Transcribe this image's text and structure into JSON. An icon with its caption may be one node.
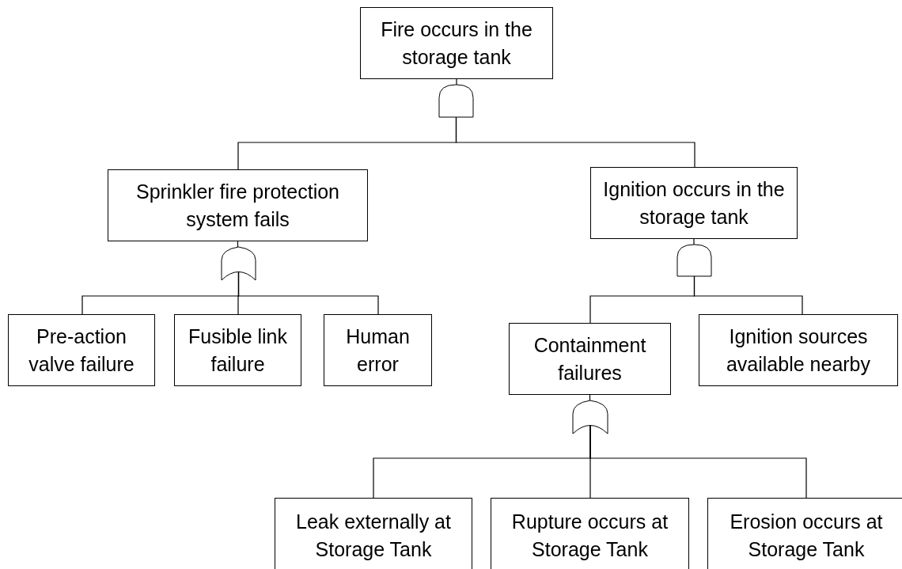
{
  "diagram": {
    "nodes": [
      {
        "text": [
          "Fire occurs in the storage tank"
        ]
      },
      {
        "text": [],
        "shape": "and-gate"
      },
      {
        "text": [
          "Sprinkler fire protection system fails"
        ]
      },
      {
        "text": [
          "Ignition occurs in the storage tank"
        ]
      },
      {
        "text": [],
        "shape": "or-gate"
      },
      {
        "text": [],
        "shape": "and-gate"
      },
      {
        "text": [
          "Pre-action valve failure"
        ]
      },
      {
        "text": [
          "Fusible link failure"
        ]
      },
      {
        "text": [
          "Human error"
        ]
      },
      {
        "text": [
          "Containment failures"
        ]
      },
      {
        "text": [
          "Ignition sources available nearby"
        ]
      },
      {
        "text": [],
        "shape": "or-gate"
      },
      {
        "text": [
          "Leak externally at Storage Tank"
        ]
      },
      {
        "text": [
          "Rupture occurs at Storage Tank"
        ]
      },
      {
        "text": [
          "Erosion occurs at Storage Tank"
        ]
      }
    ],
    "edges": [
      {
        "from": 0,
        "to": 1,
        "arrow": "none"
      },
      {
        "from": 1,
        "to": 2,
        "arrow": "none"
      },
      {
        "from": 1,
        "to": 3,
        "arrow": "none"
      },
      {
        "from": 2,
        "to": 4,
        "arrow": "none"
      },
      {
        "from": 4,
        "to": 6,
        "arrow": "none"
      },
      {
        "from": 4,
        "to": 7,
        "arrow": "none"
      },
      {
        "from": 4,
        "to": 8,
        "arrow": "none"
      },
      {
        "from": 3,
        "to": 5,
        "arrow": "none"
      },
      {
        "from": 5,
        "to": 9,
        "arrow": "none"
      },
      {
        "from": 5,
        "to": 10,
        "arrow": "none"
      },
      {
        "from": 9,
        "to": 11,
        "arrow": "none"
      },
      {
        "from": 11,
        "to": 12,
        "arrow": "none"
      },
      {
        "from": 11,
        "to": 13,
        "arrow": "none"
      },
      {
        "from": 11,
        "to": 14,
        "arrow": "none"
      }
    ]
  }
}
